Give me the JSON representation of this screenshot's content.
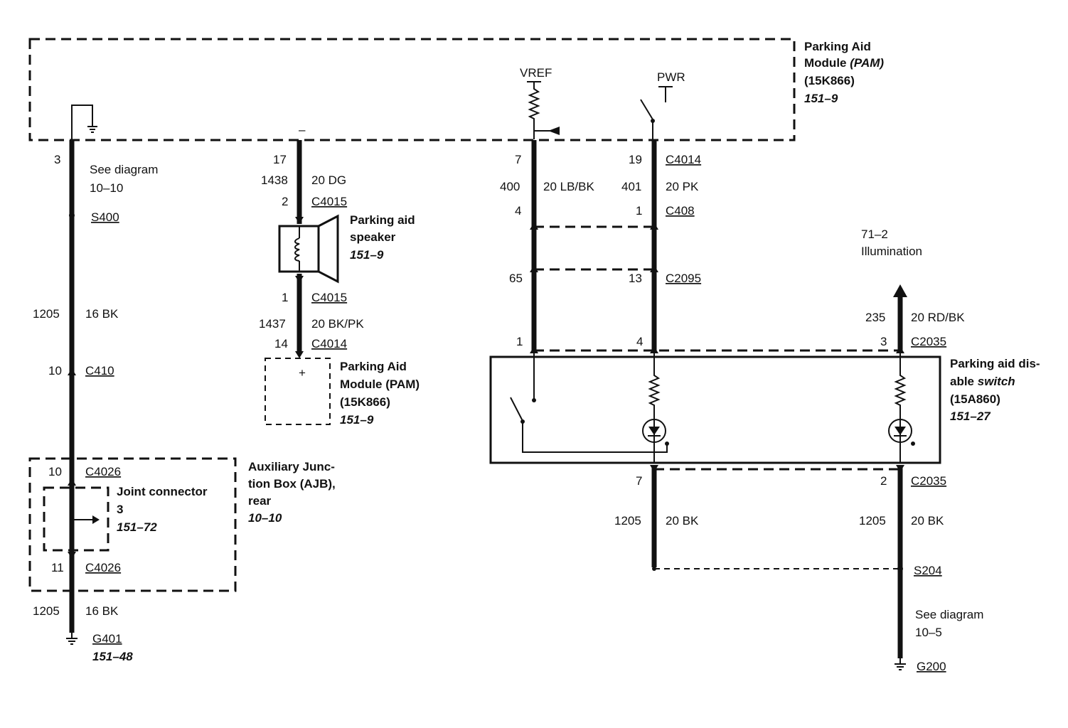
{
  "pam_top": {
    "line1": "Parking Aid",
    "line2a": "Module",
    "line2b": "(PAM)",
    "line3": "(15K866)",
    "page": "151–9",
    "vref": "VREF",
    "pwr": "PWR"
  },
  "left_circuit": {
    "pin_top": "3",
    "see_diagram": "See diagram",
    "see_diagram_ref": "10–10",
    "splice": "S400",
    "circuit": "1205",
    "wire": "16 BK",
    "c410_pin": "10",
    "c410": "C410",
    "ajb_pin_in": "10",
    "ajb_conn_in": "C4026",
    "ajb_pin_out": "11",
    "ajb_conn_out": "C4026",
    "bottom_circuit": "1205",
    "bottom_wire": "16 BK",
    "ground": "G401",
    "ground_page": "151–48"
  },
  "ajb": {
    "line1": "Auxiliary Junc-",
    "line2": "tion Box (AJB),",
    "line3": "rear",
    "page": "10–10"
  },
  "joint_connector": {
    "line1": "Joint connector",
    "line2": "3",
    "page": "151–72"
  },
  "speaker_circuit": {
    "minus": "–",
    "pin_top": "17",
    "circuit_top": "1438",
    "wire_top": "20 DG",
    "pin_c4015_a": "2",
    "c4015_a": "C4015",
    "pin_c4015_b": "1",
    "c4015_b": "C4015",
    "circuit_bottom": "1437",
    "wire_bottom": "20 BK/PK",
    "pin_c4014": "14",
    "c4014": "C4014",
    "plus": "+"
  },
  "speaker": {
    "line1": "Parking aid",
    "line2": "speaker",
    "page": "151–9"
  },
  "pam_bottom": {
    "line1": "Parking Aid",
    "line2": "Module (PAM)",
    "line3": "(15K866)",
    "page": "151–9"
  },
  "vref_circuit": {
    "pin_top": "7",
    "circuit": "400",
    "wire": "20 LB/BK",
    "pin_c408": "4",
    "pin_c2095": "65",
    "pin_switch": "1"
  },
  "pwr_circuit": {
    "pin_top": "19",
    "c4014": "C4014",
    "circuit": "401",
    "wire": "20 PK",
    "pin_c408": "1",
    "c408": "C408",
    "pin_c2095": "13",
    "c2095": "C2095",
    "pin_switch": "4",
    "pin_bottom": "7",
    "circuit_bottom": "1205",
    "wire_bottom": "20 BK"
  },
  "illum_circuit": {
    "ref": "71–2",
    "label": "Illumination",
    "circuit": "235",
    "wire": "20 RD/BK",
    "pin_top": "3",
    "conn_top": "C2035",
    "pin_bottom": "2",
    "conn_bottom": "C2035",
    "circuit_bottom": "1205",
    "wire_bottom": "20 BK",
    "splice": "S204",
    "see_diagram": "See diagram",
    "see_diagram_ref": "10–5",
    "ground": "G200"
  },
  "disable_switch": {
    "line1": "Parking aid dis-",
    "line2a": "able",
    "line2b": "switch",
    "line3": "(15A860)",
    "page": "151–27"
  }
}
